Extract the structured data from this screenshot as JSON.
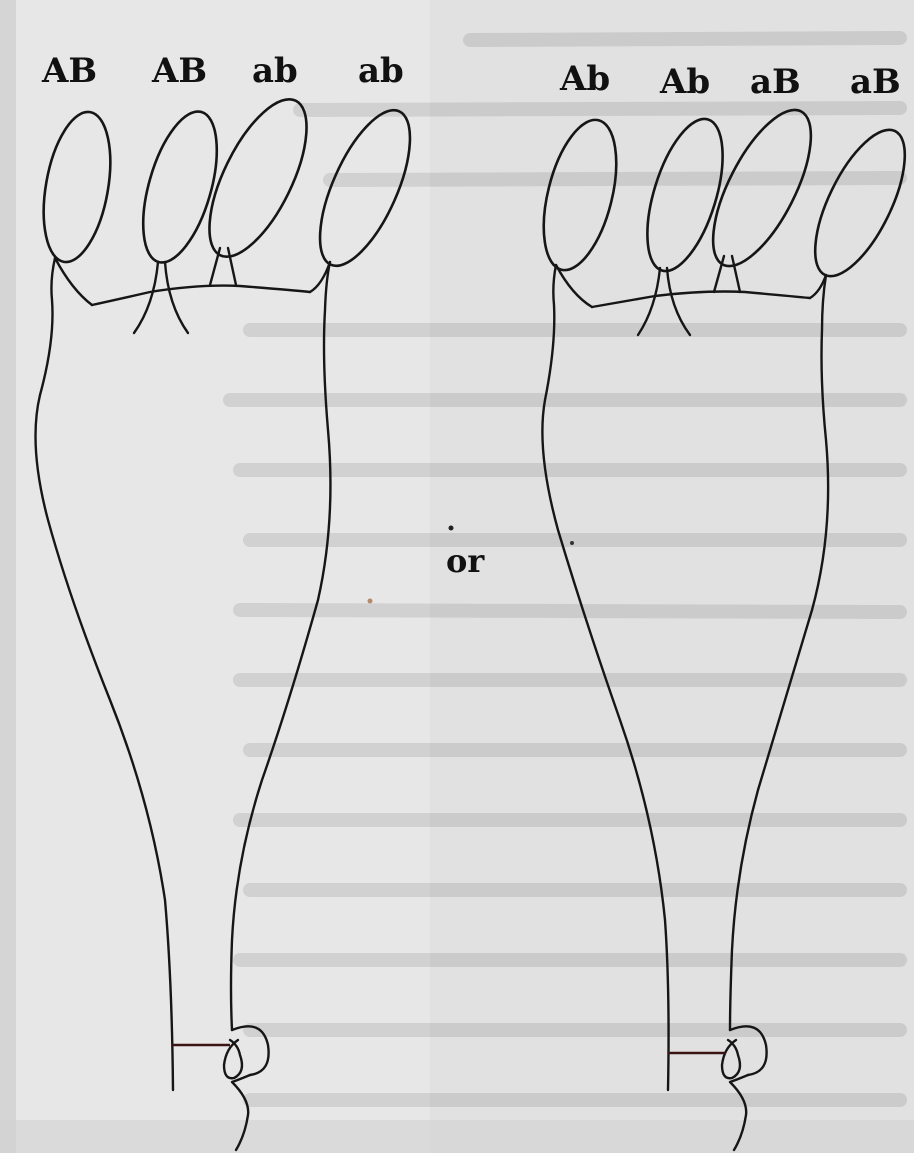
{
  "figure": {
    "left_basidium": {
      "spore_labels": [
        "AB",
        "AB",
        "ab",
        "ab"
      ]
    },
    "separator": "or",
    "right_basidium": {
      "spore_labels": [
        "Ab",
        "Ab",
        "aB",
        "aB"
      ]
    }
  },
  "colors": {
    "paper": "#e6e6e6",
    "ink": "#161616",
    "clamp": "#3a1414"
  }
}
